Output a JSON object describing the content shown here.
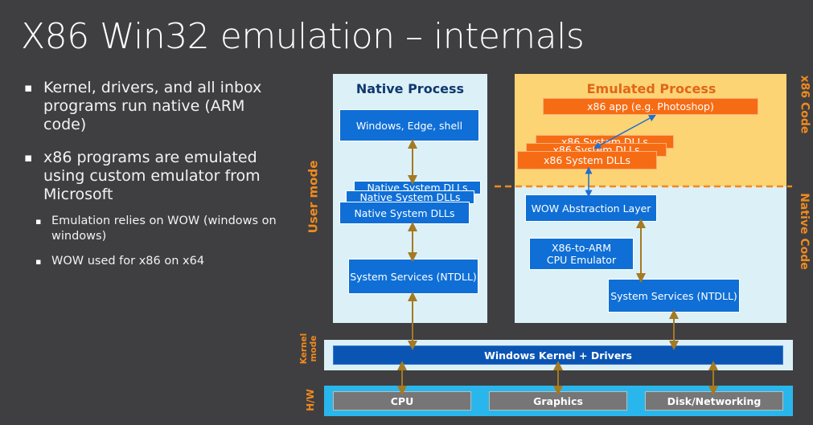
{
  "slide": {
    "title": "X86 Win32 emulation – internals",
    "bullets": [
      "Kernel, drivers, and all inbox programs run native (ARM code)",
      "x86 programs are emulated using custom emulator from Microsoft"
    ],
    "sub_bullets": [
      "Emulation relies on WOW (windows on windows)",
      "WOW used for x86 on x64"
    ]
  },
  "diagram": {
    "native_process": {
      "title": "Native Process",
      "apps": "Windows, Edge, shell",
      "dlls": [
        "Native System DLLs",
        "Native System DLLs",
        "Native System DLLs"
      ],
      "services": "System Services (NTDLL)"
    },
    "emulated_process": {
      "title": "Emulated Process",
      "app": "x86 app (e.g. Photoshop)",
      "dlls": [
        "x86 System DLLs",
        "x86 System DLLs",
        "x86 System DLLs"
      ],
      "wow": "WOW Abstraction Layer",
      "emulator_line1": "X86-to-ARM",
      "emulator_line2": "CPU Emulator",
      "services": "System Services (NTDLL)"
    },
    "side_labels": {
      "user_mode": "User mode",
      "kernel_mode_1": "Kernel",
      "kernel_mode_2": "mode",
      "hw": "H/W",
      "x86_code": "x86 Code",
      "native_code": "Native Code"
    },
    "kernel": "Windows Kernel + Drivers",
    "hardware": [
      "CPU",
      "Graphics",
      "Disk/Networking"
    ],
    "colors": {
      "background": "#3f3f41",
      "native_blue": "#0f6fd6",
      "emulated_orange": "#f66c14",
      "x86_region": "#fcd474",
      "light_region": "#dcf0f8",
      "hw_bar": "#29b6ec",
      "label_orange": "#f08a1e",
      "connector": "#a47a22"
    }
  }
}
